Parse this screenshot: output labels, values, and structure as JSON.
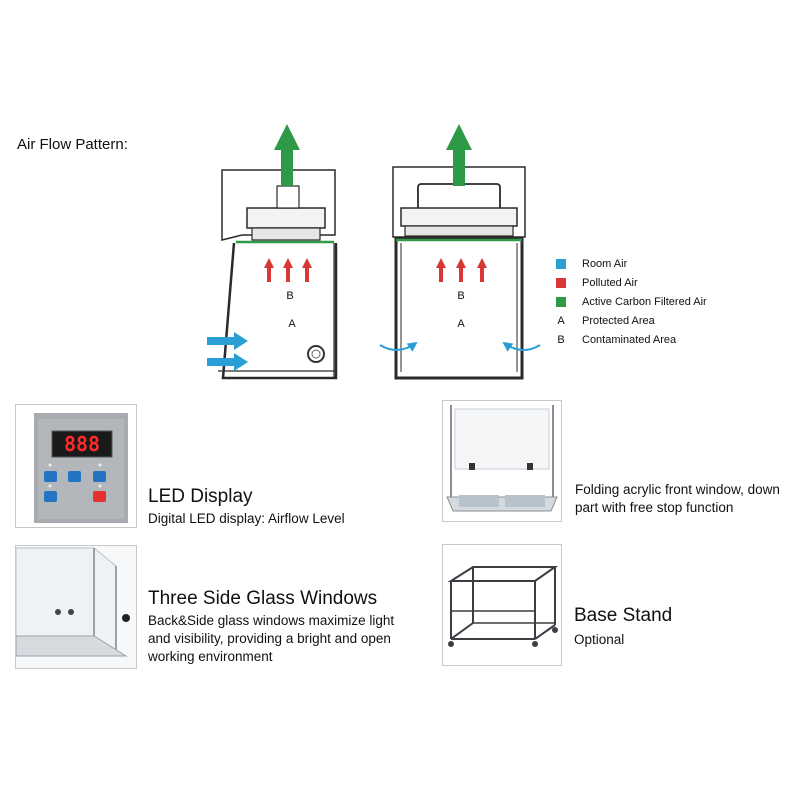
{
  "airflow": {
    "title": "Air Flow Pattern:",
    "label_b": "B",
    "label_a": "A"
  },
  "legend": {
    "items": [
      {
        "marker": "swatch",
        "color": "#2a9fd6",
        "label": "Room Air"
      },
      {
        "marker": "swatch",
        "color": "#d93636",
        "label": "Polluted Air"
      },
      {
        "marker": "swatch",
        "color": "#2e9a48",
        "label": "Active Carbon Filtered Air"
      },
      {
        "marker": "letter",
        "letter": "A",
        "label": "Protected Area"
      },
      {
        "marker": "letter",
        "letter": "B",
        "label": "Contaminated Area"
      }
    ]
  },
  "features": {
    "led": {
      "title": "LED Display",
      "desc": "Digital LED display: Airflow Level",
      "readout": "888"
    },
    "glass": {
      "title": "Three Side Glass Windows",
      "desc_lines": [
        "Back&Side glass windows maximize light",
        "and visibility, providing a bright and open",
        "working environment"
      ]
    },
    "window": {
      "desc_lines": [
        "Folding acrylic front window, down",
        "part with free stop function"
      ]
    },
    "stand": {
      "title": "Base Stand",
      "desc": "Optional"
    }
  }
}
